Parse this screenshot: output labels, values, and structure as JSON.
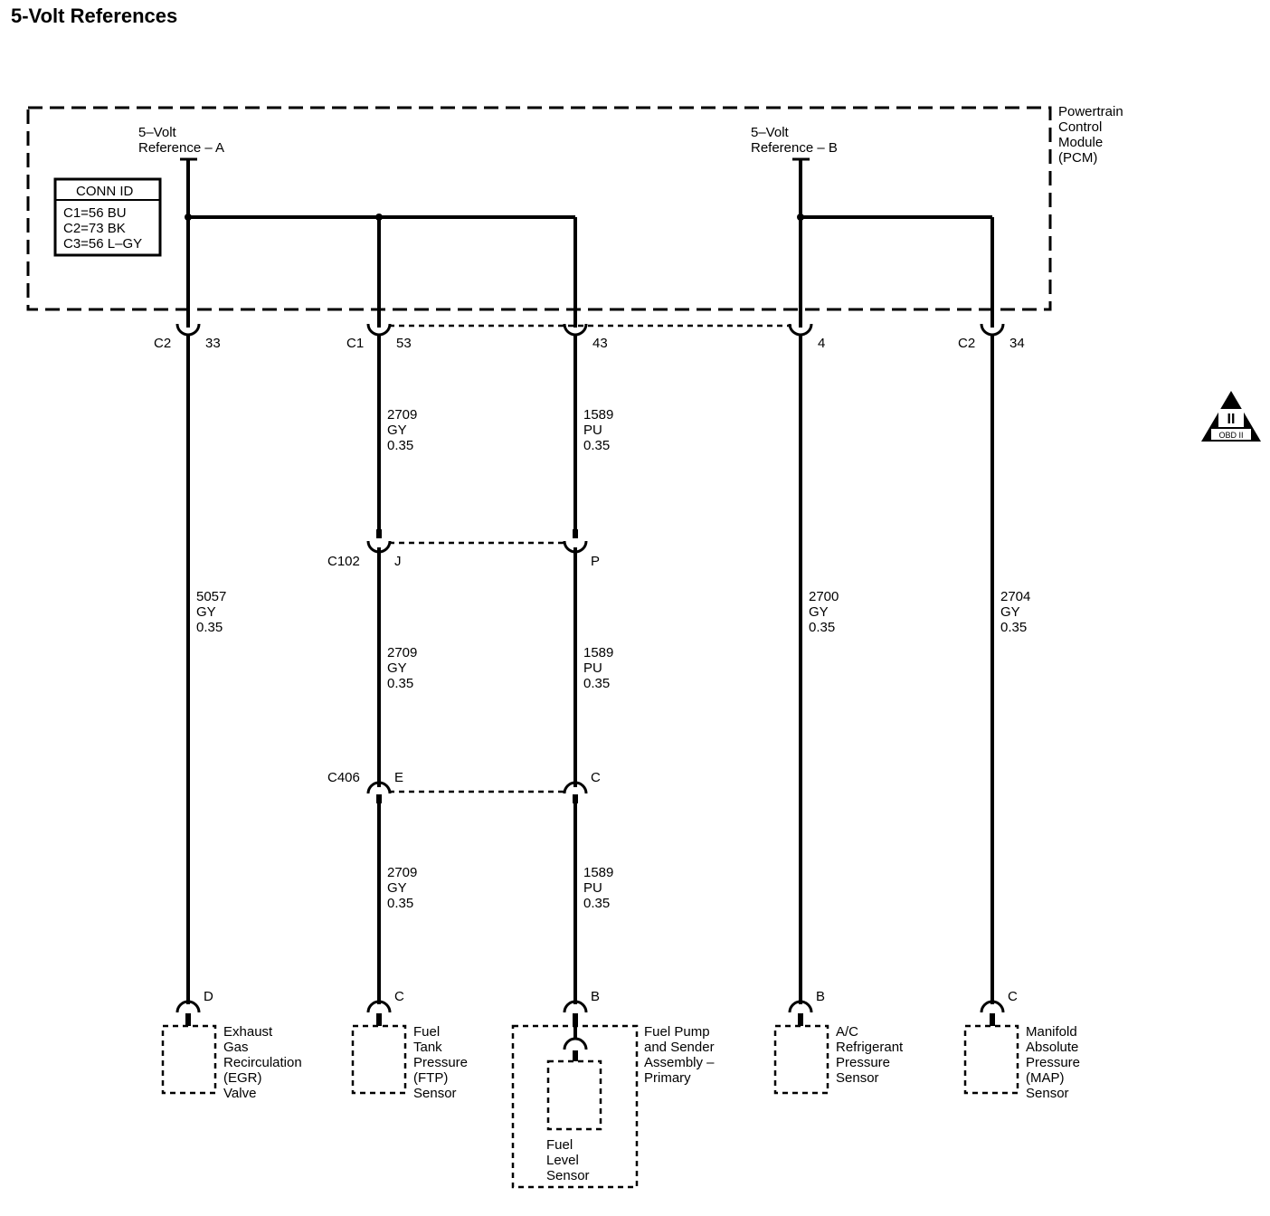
{
  "title": "5-Volt References",
  "pcm": {
    "name_lines": [
      "Powertrain",
      "Control",
      "Module",
      "(PCM)"
    ],
    "ref_a": [
      "5–Volt",
      "Reference – A"
    ],
    "ref_b": [
      "5–Volt",
      "Reference – B"
    ]
  },
  "conn_id": {
    "header": "CONN ID",
    "lines": [
      "C1=56 BU",
      "C2=73 BK",
      "C3=56 L–GY"
    ]
  },
  "pcm_connectors": [
    {
      "conn": "C2",
      "pin": "33"
    },
    {
      "conn": "C1",
      "pin": "53"
    },
    {
      "conn": "",
      "pin": "43"
    },
    {
      "conn": "",
      "pin": "4"
    },
    {
      "conn": "C2",
      "pin": "34"
    }
  ],
  "wires": [
    {
      "circuit": "5057",
      "color": "GY",
      "gauge": "0.35"
    },
    {
      "circuit": "2709",
      "color": "GY",
      "gauge": "0.35"
    },
    {
      "circuit": "1589",
      "color": "PU",
      "gauge": "0.35"
    },
    {
      "circuit": "2700",
      "color": "GY",
      "gauge": "0.35"
    },
    {
      "circuit": "2704",
      "color": "GY",
      "gauge": "0.35"
    }
  ],
  "inline_connectors": [
    {
      "name": "C102",
      "pins": [
        "J",
        "P"
      ]
    },
    {
      "name": "C406",
      "pins": [
        "E",
        "C"
      ]
    }
  ],
  "components": [
    {
      "pin": "D",
      "name_lines": [
        "Exhaust",
        "Gas",
        "Recirculation",
        "(EGR)",
        "Valve"
      ]
    },
    {
      "pin": "C",
      "name_lines": [
        "Fuel",
        "Tank",
        "Pressure",
        "(FTP)",
        "Sensor"
      ]
    },
    {
      "pin": "B",
      "name_lines": [
        "Fuel Pump",
        "and Sender",
        "Assembly –",
        "Primary"
      ],
      "inner_lines": [
        "Fuel",
        "Level",
        "Sensor"
      ]
    },
    {
      "pin": "B",
      "name_lines": [
        "A/C",
        "Refrigerant",
        "Pressure",
        "Sensor"
      ]
    },
    {
      "pin": "C",
      "name_lines": [
        "Manifold",
        "Absolute",
        "Pressure",
        "(MAP)",
        "Sensor"
      ]
    }
  ],
  "badge": {
    "symbol": "II",
    "text": "OBD II"
  }
}
